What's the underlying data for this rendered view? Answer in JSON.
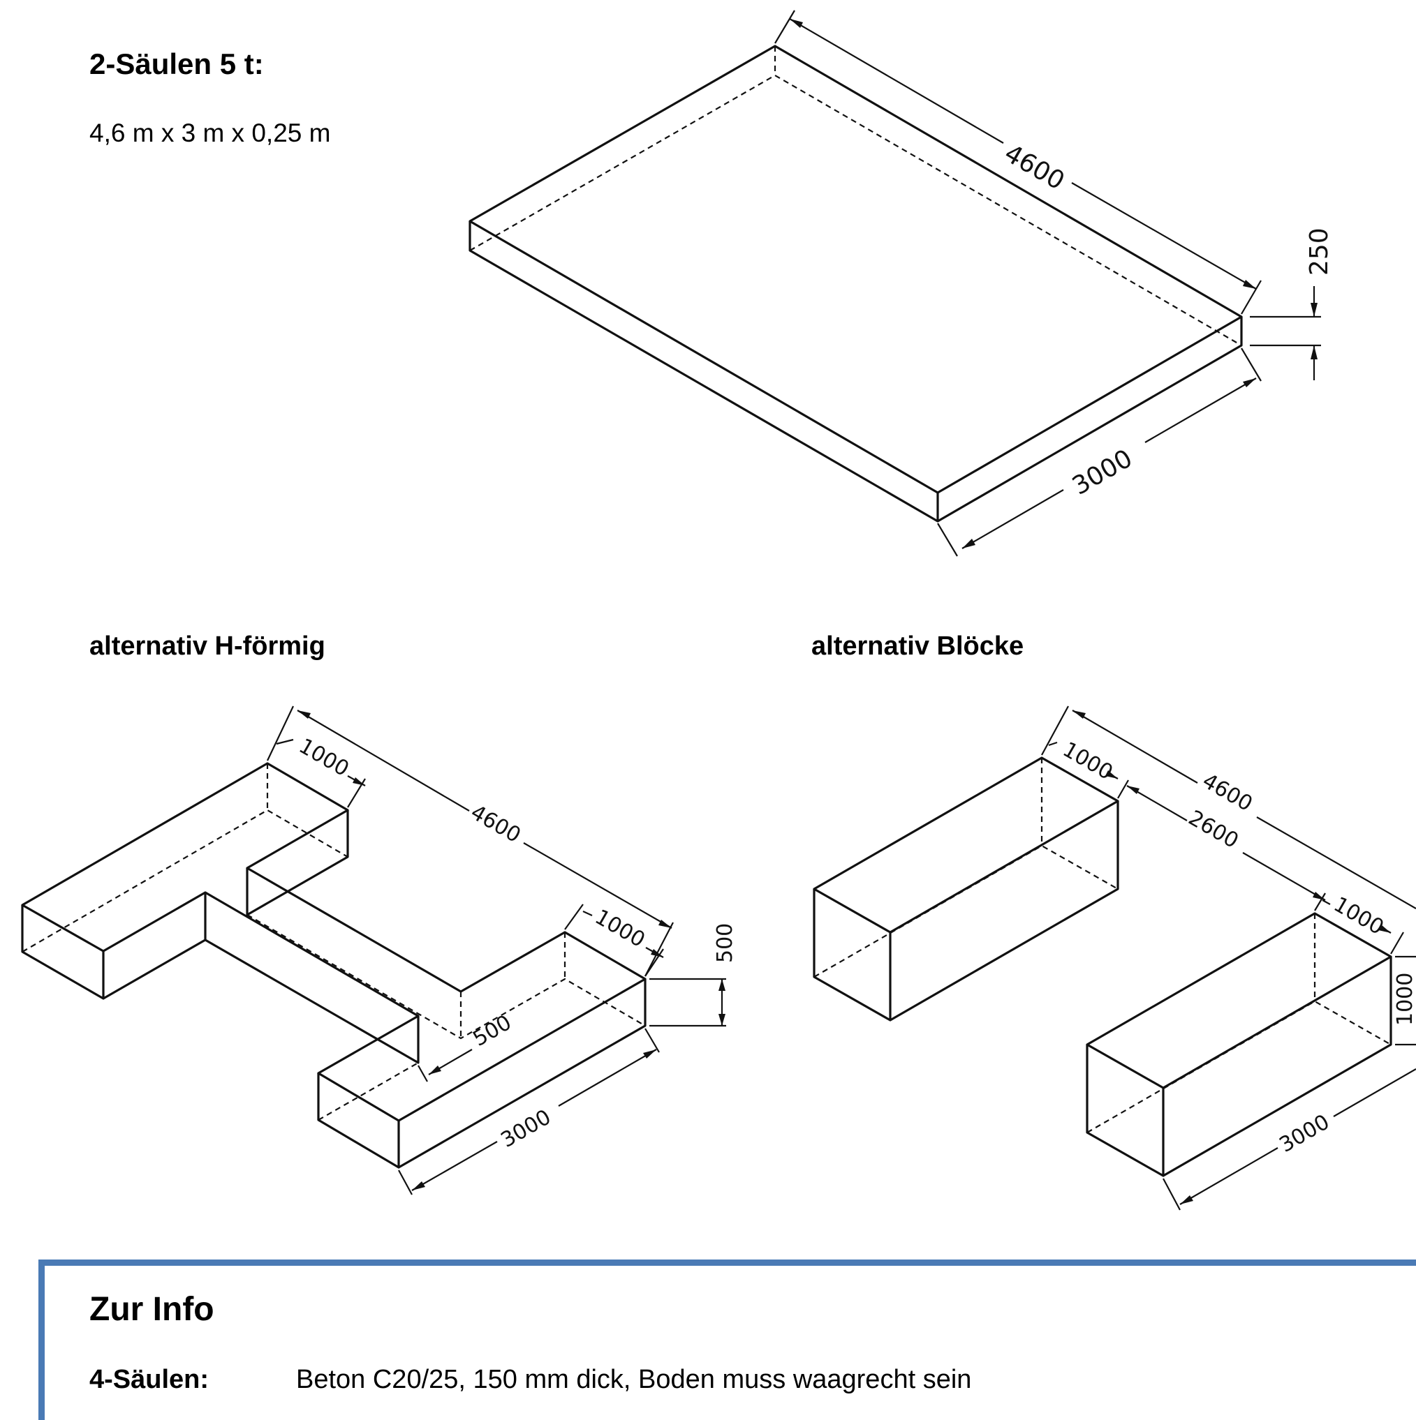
{
  "section_main": {
    "title": "2-Säulen 5 t:",
    "dimensions": "4,6 m x 3 m x 0,25 m"
  },
  "slab": {
    "length": "4600",
    "width": "3000",
    "height": "250"
  },
  "h_shape": {
    "title": "alternativ H-förmig",
    "length": "4600",
    "leg_width_top": "1000",
    "leg_width_bottom": "1000",
    "bridge_offset": "500",
    "height": "500",
    "width": "3000"
  },
  "blocks": {
    "title": "alternativ Blöcke",
    "length": "4600",
    "gap": "2600",
    "block_width_top": "1000",
    "block_width_bottom": "1000",
    "height": "1000",
    "width": "3000"
  },
  "info": {
    "title": "Zur Info",
    "label": "4-Säulen:",
    "text": "Beton C20/25, 150 mm dick, Boden muss waagrecht sein"
  }
}
